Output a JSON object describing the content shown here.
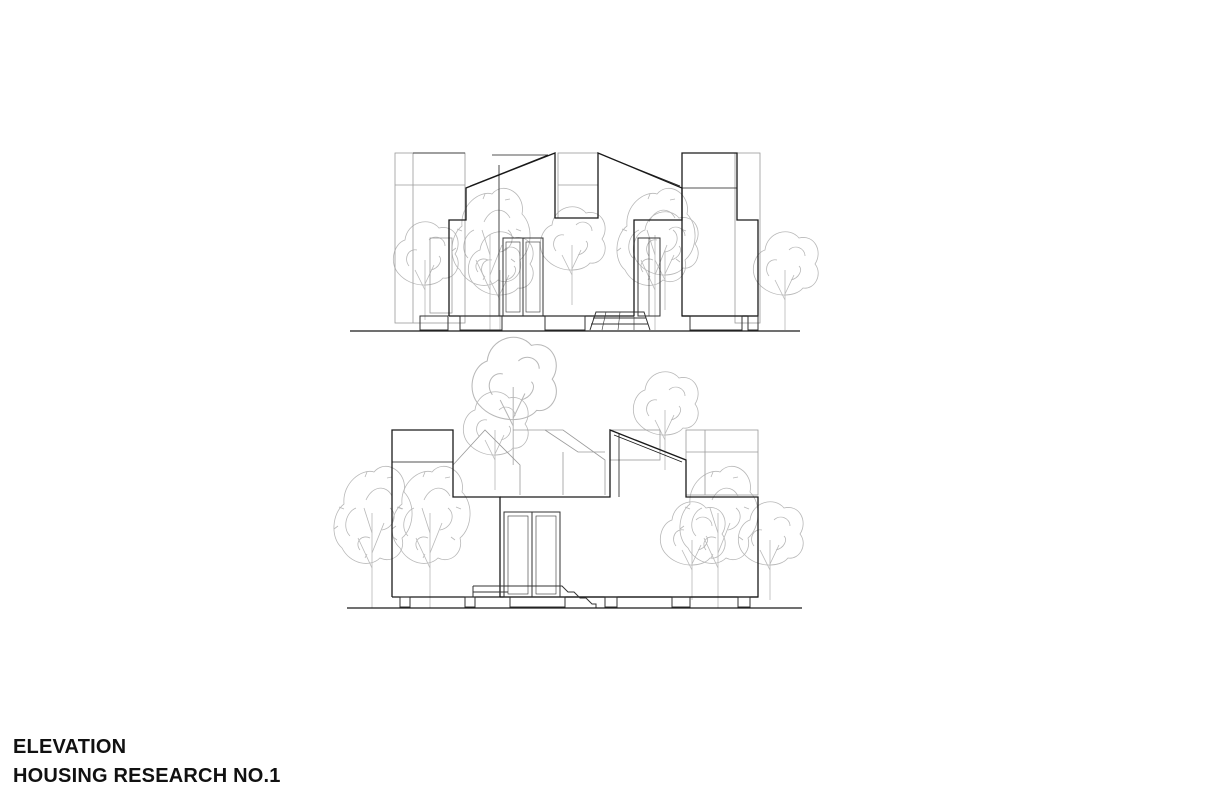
{
  "caption": {
    "line1": "ELEVATION",
    "line2": "HOUSING RESEARCH NO.1"
  },
  "colors": {
    "building_line": "#1a1a1a",
    "secondary_line": "#555555",
    "tree_line": "#b8b8b8",
    "background": "#ffffff"
  },
  "drawings": [
    {
      "name": "upper-elevation"
    },
    {
      "name": "lower-elevation"
    }
  ]
}
